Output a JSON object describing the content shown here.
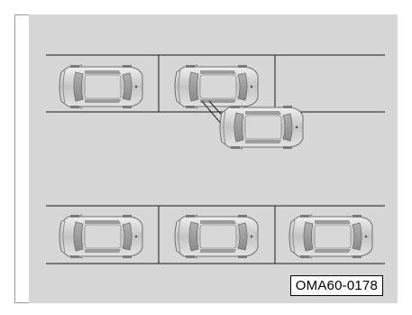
{
  "figure": {
    "code": "OMA60-0178",
    "description_icons": [
      "parking-line",
      "parked-car-icon",
      "moving-car-icon",
      "car-path-line"
    ]
  },
  "colors": {
    "background": "#d6d6d6",
    "line": "#1a1a1a",
    "car_body": "#c8c8c8",
    "car_outline": "#6e6e6e"
  },
  "scene": {
    "top_row_cars": 2,
    "top_row_empty_bays": 1,
    "bottom_row_cars": 3
  }
}
